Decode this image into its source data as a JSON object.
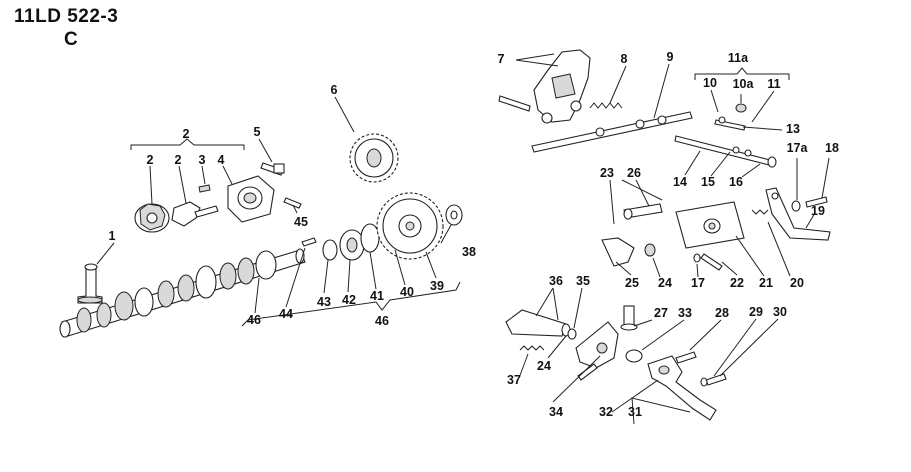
{
  "title": {
    "code": "11LD 522-3",
    "table": "C"
  },
  "callouts": [
    {
      "id": "c2a",
      "text": "2"
    },
    {
      "id": "c2b",
      "text": "2"
    },
    {
      "id": "c2c",
      "text": "2"
    },
    {
      "id": "c3",
      "text": "3"
    },
    {
      "id": "c4",
      "text": "4"
    },
    {
      "id": "c5",
      "text": "5"
    },
    {
      "id": "c1",
      "text": "1"
    },
    {
      "id": "c6",
      "text": "6"
    },
    {
      "id": "c45",
      "text": "45"
    },
    {
      "id": "c38",
      "text": "38"
    },
    {
      "id": "c46a",
      "text": "46"
    },
    {
      "id": "c44",
      "text": "44"
    },
    {
      "id": "c43",
      "text": "43"
    },
    {
      "id": "c42",
      "text": "42"
    },
    {
      "id": "c41",
      "text": "41"
    },
    {
      "id": "c40",
      "text": "40"
    },
    {
      "id": "c39",
      "text": "39"
    },
    {
      "id": "c46b",
      "text": "46"
    },
    {
      "id": "c7",
      "text": "7"
    },
    {
      "id": "c8",
      "text": "8"
    },
    {
      "id": "c9",
      "text": "9"
    },
    {
      "id": "c11a",
      "text": "11a"
    },
    {
      "id": "c10",
      "text": "10"
    },
    {
      "id": "c10a",
      "text": "10a"
    },
    {
      "id": "c11",
      "text": "11"
    },
    {
      "id": "c13",
      "text": "13"
    },
    {
      "id": "c17a",
      "text": "17a"
    },
    {
      "id": "c18",
      "text": "18"
    },
    {
      "id": "c14",
      "text": "14"
    },
    {
      "id": "c15",
      "text": "15"
    },
    {
      "id": "c16",
      "text": "16"
    },
    {
      "id": "c19",
      "text": "19"
    },
    {
      "id": "c23",
      "text": "23"
    },
    {
      "id": "c26",
      "text": "26"
    },
    {
      "id": "c25",
      "text": "25"
    },
    {
      "id": "c24a",
      "text": "24"
    },
    {
      "id": "c17",
      "text": "17"
    },
    {
      "id": "c22",
      "text": "22"
    },
    {
      "id": "c21",
      "text": "21"
    },
    {
      "id": "c20",
      "text": "20"
    },
    {
      "id": "c36",
      "text": "36"
    },
    {
      "id": "c35",
      "text": "35"
    },
    {
      "id": "c27",
      "text": "27"
    },
    {
      "id": "c33",
      "text": "33"
    },
    {
      "id": "c28",
      "text": "28"
    },
    {
      "id": "c29",
      "text": "29"
    },
    {
      "id": "c30",
      "text": "30"
    },
    {
      "id": "c24b",
      "text": "24"
    },
    {
      "id": "c37",
      "text": "37"
    },
    {
      "id": "c34",
      "text": "34"
    },
    {
      "id": "c32",
      "text": "32"
    },
    {
      "id": "c31",
      "text": "31"
    }
  ]
}
